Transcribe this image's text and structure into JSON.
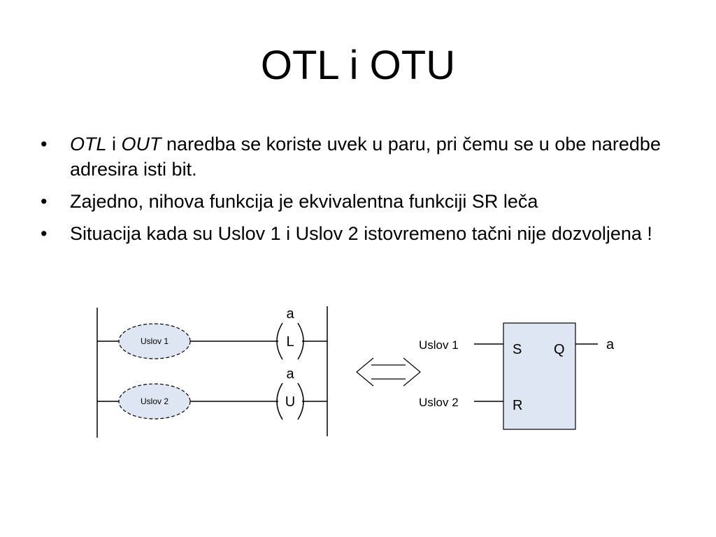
{
  "slide": {
    "title": "OTL i OTU"
  },
  "bullets": [
    {
      "dot": "•",
      "part1_italic": "OTL",
      "part2": " i ",
      "part3_italic": "OUT",
      "part4": "  naredba se koriste uvek u paru, pri čemu se u obe naredbe adresira isti bit."
    },
    {
      "dot": "•",
      "text": "Zajedno, nihova funkcija je ekvivalentna funkciji SR leča"
    },
    {
      "dot": "•",
      "text": "Situacija kada su Uslov 1 i Uslov 2 istovremeno tačni nije dozvoljena !"
    }
  ],
  "ladder": {
    "rung1_condition": "Uslov 1",
    "rung1_address": "a",
    "rung1_coil": "L",
    "rung2_condition": "Uslov 2",
    "rung2_address": "a",
    "rung2_coil": "U"
  },
  "sr_latch": {
    "input1_label": "Uslov 1",
    "input2_label": "Uslov 2",
    "set_pin": "S",
    "reset_pin": "R",
    "output_pin": "Q",
    "output_label": "a"
  },
  "colors": {
    "condition_fill": "#dde6f2",
    "line": "#000000"
  }
}
